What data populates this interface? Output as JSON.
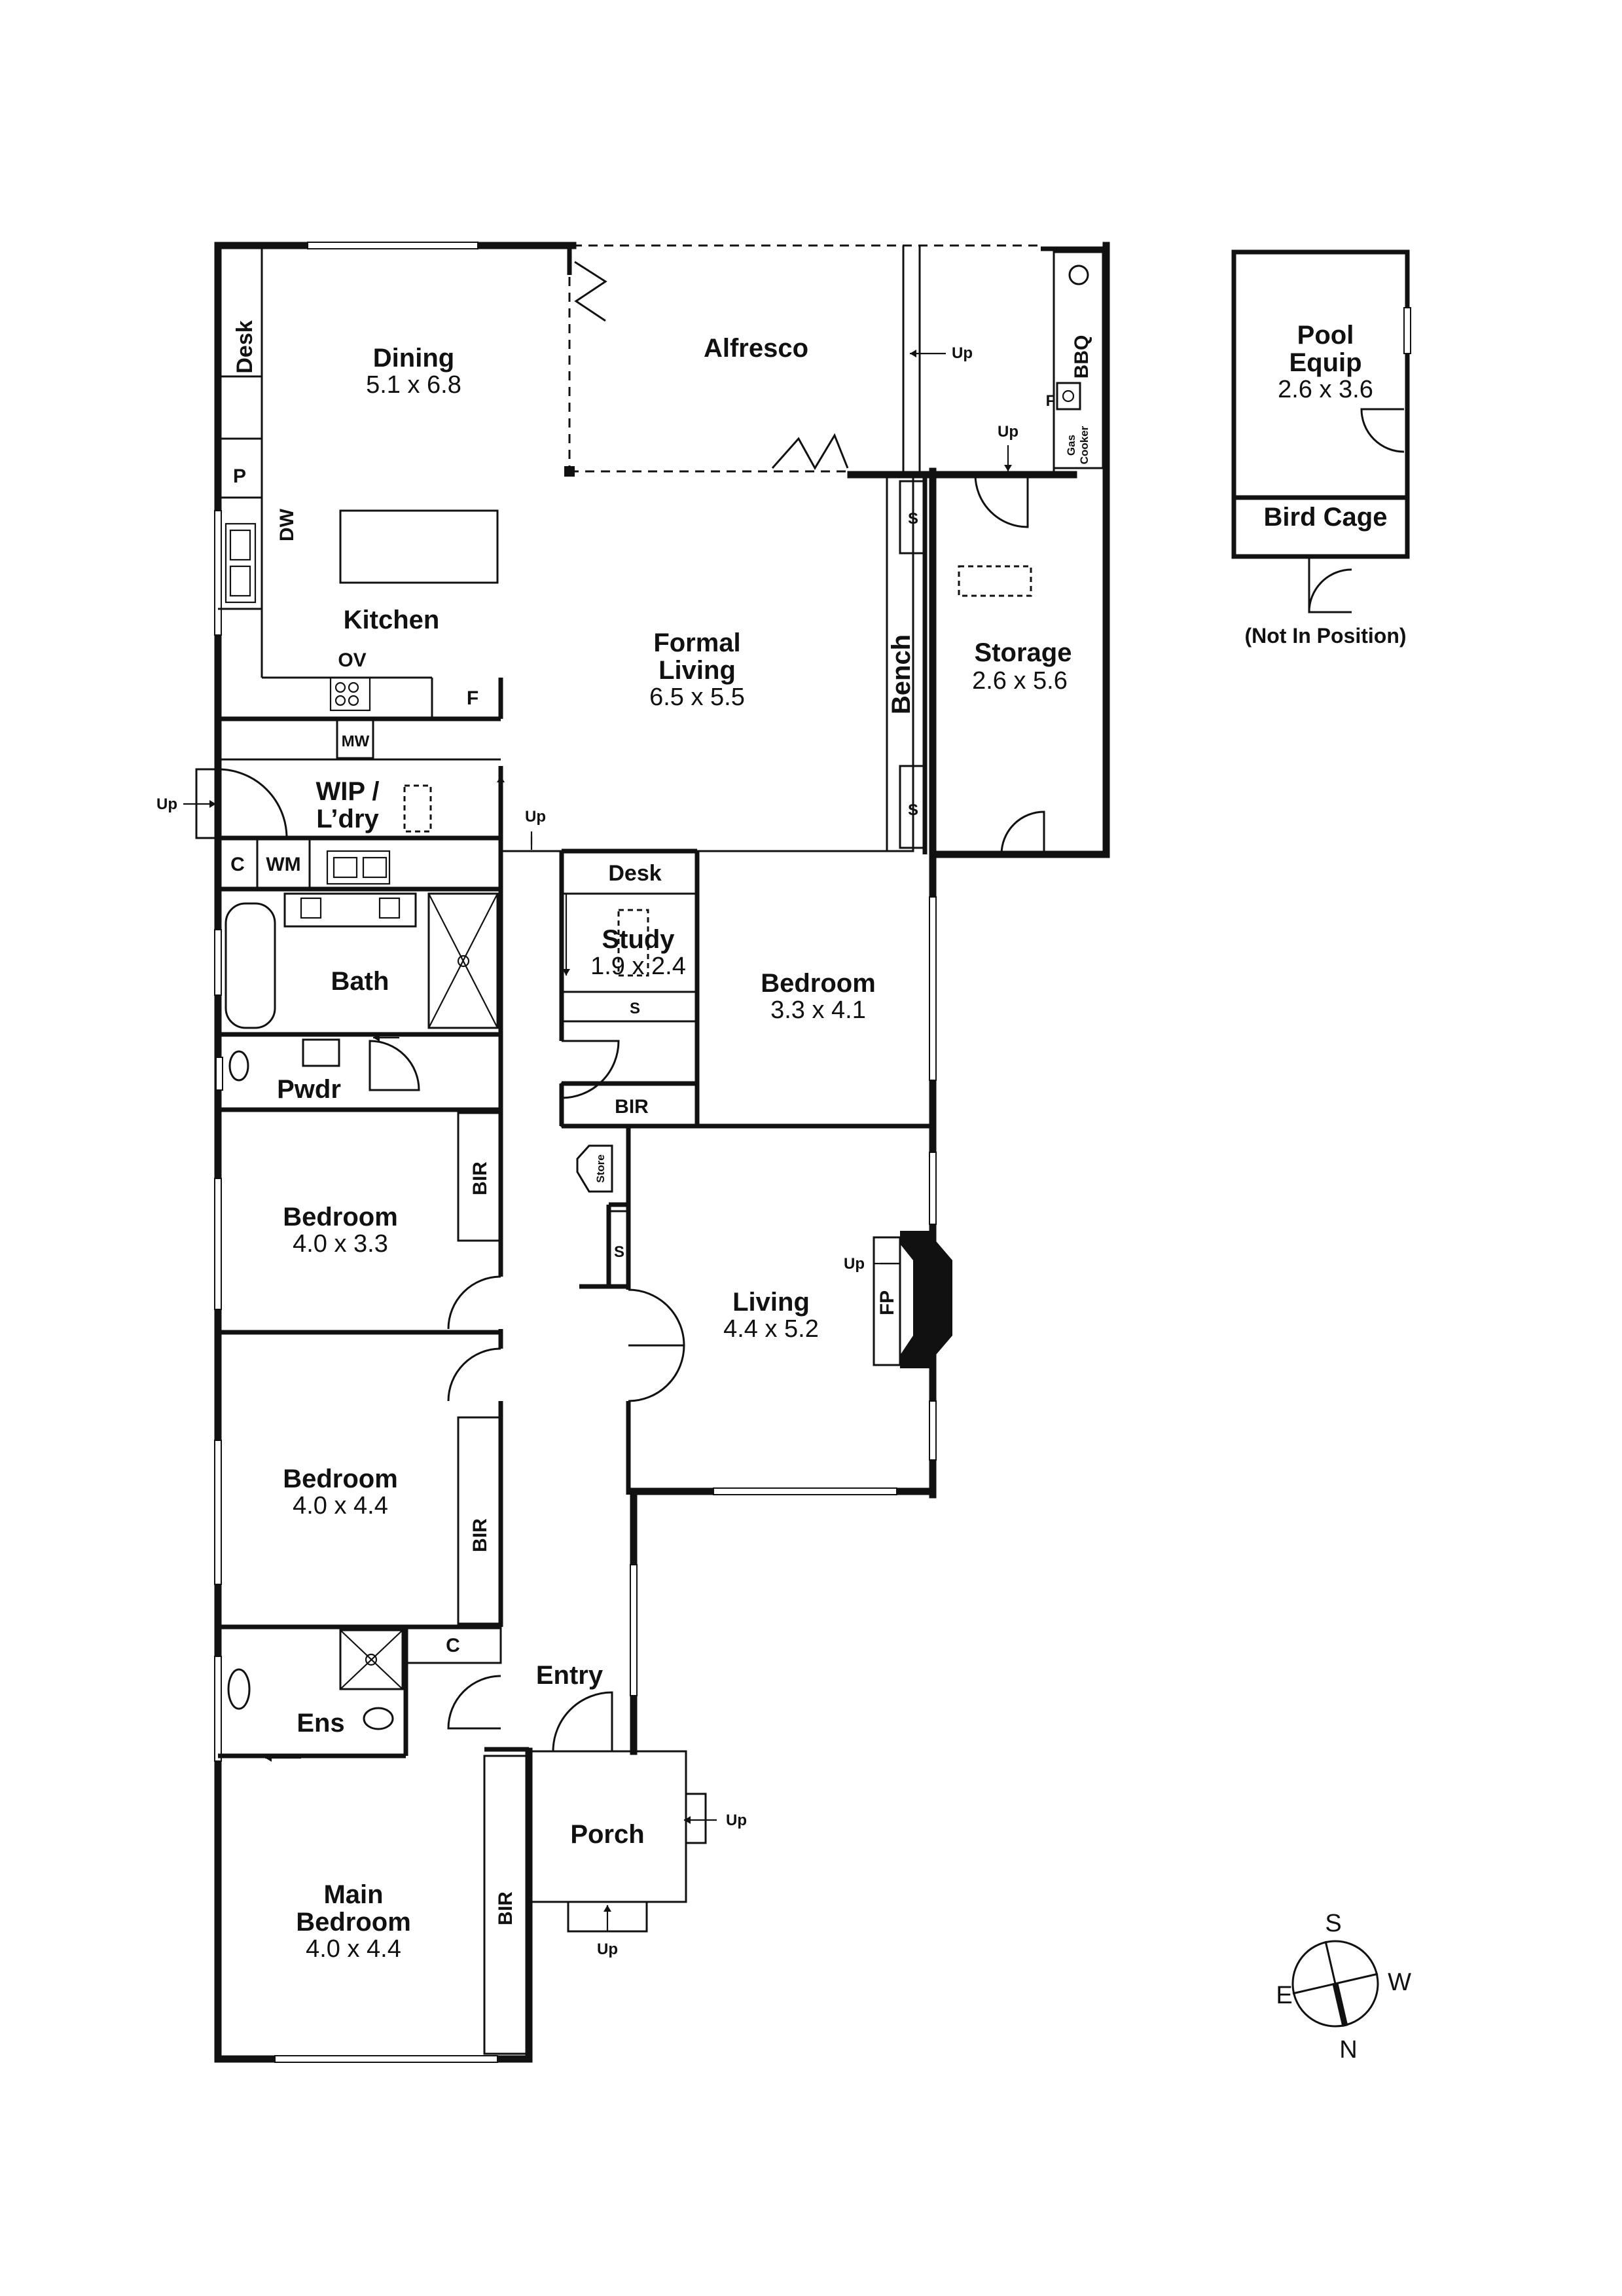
{
  "rooms": {
    "dining": {
      "name": "Dining",
      "dims": "5.1 x 6.8"
    },
    "alfresco": {
      "name": "Alfresco"
    },
    "kitchen": {
      "name": "Kitchen"
    },
    "formal_living": {
      "name_line1": "Formal",
      "name_line2": "Living",
      "dims": "6.5 x 5.5"
    },
    "storage": {
      "name": "Storage",
      "dims": "2.6 x 5.6"
    },
    "wip_laundry": {
      "name_line1": "WIP /",
      "name_line2": "L’dry"
    },
    "bath": {
      "name": "Bath"
    },
    "pwdr": {
      "name": "Pwdr"
    },
    "study": {
      "name": "Study",
      "dims": "1.9 x 2.4"
    },
    "bedroom_east": {
      "name": "Bedroom",
      "dims": "3.3 x 4.1"
    },
    "bedroom_1": {
      "name": "Bedroom",
      "dims": "4.0 x 3.3"
    },
    "living": {
      "name": "Living",
      "dims": "4.4 x 5.2"
    },
    "bedroom_2": {
      "name": "Bedroom",
      "dims": "4.0 x 4.4"
    },
    "entry": {
      "name": "Entry"
    },
    "ens": {
      "name": "Ens"
    },
    "porch": {
      "name": "Porch"
    },
    "main_bedroom": {
      "name_line1": "Main",
      "name_line2": "Bedroom",
      "dims": "4.0 x 4.4"
    },
    "pool_equip": {
      "name_line1": "Pool",
      "name_line2": "Equip",
      "dims": "2.6 x 3.6"
    },
    "bird_cage": {
      "name": "Bird Cage",
      "note": "(Not In Position)"
    }
  },
  "fixtures": {
    "desk": "Desk",
    "p": "P",
    "dw": "DW",
    "ov": "OV",
    "f": "F",
    "mw": "MW",
    "c": "C",
    "wm": "WM",
    "s": "S",
    "bench": "Bench",
    "bir": "BIR",
    "store": "Store",
    "fp": "FP",
    "bbq": "BBQ",
    "gas_cooker_1": "Gas",
    "gas_cooker_2": "Cooker",
    "up": "Up"
  },
  "compass": {
    "s": "S",
    "w": "W",
    "e": "E",
    "n": "N"
  }
}
